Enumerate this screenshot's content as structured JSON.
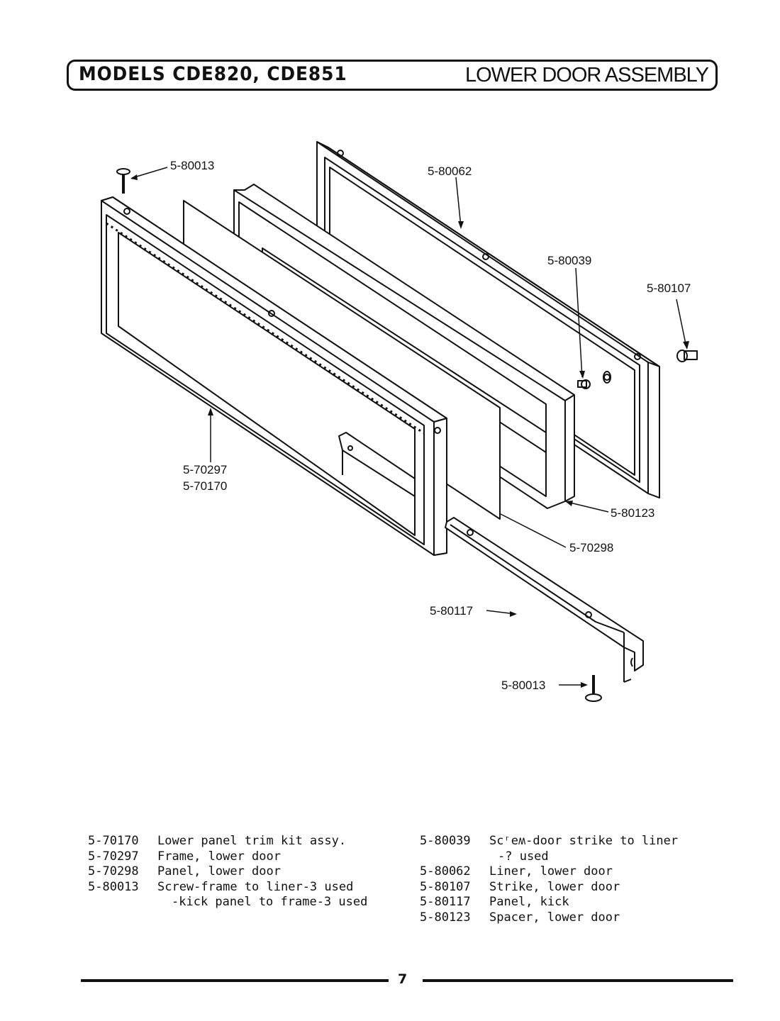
{
  "header": {
    "models": "MODELS CDE820, CDE851",
    "title": "LOWER DOOR ASSEMBLY"
  },
  "callouts": {
    "screw_top": "5-80013",
    "liner": "5-80062",
    "door_strike_screw": "5-80039",
    "strike": "5-80107",
    "frame_a": "5-70297",
    "frame_b": "5-70170",
    "spacer": "5-80123",
    "panel": "5-70298",
    "kick_panel": "5-80117",
    "screw_bottom": "5-80013"
  },
  "parts_left": [
    {
      "number": "5-70170",
      "description": "Lower panel trim kit assy."
    },
    {
      "number": "5-70297",
      "description": "Frame, lower door"
    },
    {
      "number": "5-70298",
      "description": "Panel, lower door"
    },
    {
      "number": "5-80013",
      "description": "Screw-frame to liner-3 used",
      "continuation": "-kick panel to frame-3 used"
    }
  ],
  "parts_right": [
    {
      "number": "5-80039",
      "description": "Scʳeʍ-door strike to liner",
      "continuation": "-? used"
    },
    {
      "number": "5-80062",
      "description": "Liner, lower door"
    },
    {
      "number": "5-80107",
      "description": "Strike, lower door"
    },
    {
      "number": "5-80117",
      "description": "Panel, kick"
    },
    {
      "number": "5-80123",
      "description": "Spacer, lower door"
    }
  ],
  "footer": {
    "page_number": "7"
  }
}
